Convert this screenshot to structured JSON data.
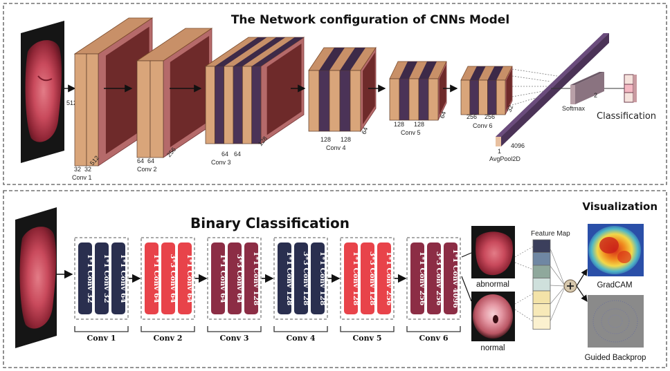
{
  "top_panel": {
    "title": "The Network configuration of CNNs Model",
    "input_size": "512",
    "layers": [
      {
        "name": "Conv 1",
        "dims": [
          "32",
          "32",
          "512"
        ]
      },
      {
        "name": "Conv 2",
        "dims": [
          "64",
          "64",
          "256"
        ]
      },
      {
        "name": "Conv 3",
        "dims": [
          "64",
          "64",
          "128"
        ]
      },
      {
        "name": "Conv 4",
        "dims": [
          "128",
          "128",
          "64"
        ]
      },
      {
        "name": "Conv 5",
        "dims": [
          "128",
          "128",
          "64"
        ]
      },
      {
        "name": "Conv 6",
        "dims": [
          "256",
          "256",
          "32"
        ]
      }
    ],
    "pool": {
      "name": "AvgPool2D",
      "dims": [
        "1",
        "4096"
      ]
    },
    "softmax": {
      "name": "Softmax",
      "size": "2"
    },
    "output_label": "Classification"
  },
  "bottom_panel": {
    "title": "Binary Classification",
    "visualization_title": "Visualization",
    "groups": [
      {
        "name": "Conv 1",
        "pills": [
          {
            "text": "1*1 Conv 32",
            "color": "#2a2f4f"
          },
          {
            "text": "1*1 Conv 32",
            "color": "#2a2f4f"
          },
          {
            "text": "1*1 Conv 64",
            "color": "#2a2f4f"
          }
        ]
      },
      {
        "name": "Conv 2",
        "pills": [
          {
            "text": "1*1 Conv 64",
            "color": "#e8434a"
          },
          {
            "text": "3*3 Conv 64",
            "color": "#e8434a"
          },
          {
            "text": "1*1 Conv 64",
            "color": "#e8434a"
          }
        ]
      },
      {
        "name": "Conv 3",
        "pills": [
          {
            "text": "1*1 Conv 64",
            "color": "#8c2d45"
          },
          {
            "text": "3*3 Conv 64",
            "color": "#8c2d45"
          },
          {
            "text": "1*1 Conv 128",
            "color": "#8c2d45"
          }
        ]
      },
      {
        "name": "Conv 4",
        "pills": [
          {
            "text": "1*1 Conv 128",
            "color": "#2a2f4f"
          },
          {
            "text": "3*3 Conv 128",
            "color": "#2a2f4f"
          },
          {
            "text": "1*1 Conv 128",
            "color": "#2a2f4f"
          }
        ]
      },
      {
        "name": "Conv 5",
        "pills": [
          {
            "text": "1*1 Conv 128",
            "color": "#e8434a"
          },
          {
            "text": "3*3 Conv 128",
            "color": "#e8434a"
          },
          {
            "text": "1*1 Conv 256",
            "color": "#e8434a"
          }
        ]
      },
      {
        "name": "Conv 6",
        "pills": [
          {
            "text": "1*1 Conv 256",
            "color": "#8c2d45"
          },
          {
            "text": "3*3 Conv 256",
            "color": "#8c2d45"
          },
          {
            "text": "1*1 Conv 4096",
            "color": "#8c2d45"
          }
        ]
      }
    ],
    "class_labels": [
      "abnormal",
      "normal"
    ],
    "feature_map_label": "Feature Map",
    "feature_map_cells": [
      "#3b3f5c",
      "#6f87a3",
      "#8fa89c",
      "#cfe0dc",
      "#f3e3a8",
      "#f7e9b8",
      "#fbf1cf"
    ],
    "gradcam_label": "GradCAM",
    "guided_backprop_label": "Guided Backprop"
  },
  "colors": {
    "block_tan": "#d9a57a",
    "block_purple": "#4b3357",
    "block_face": "#6e2a2a",
    "block_side": "#b56a6a"
  }
}
